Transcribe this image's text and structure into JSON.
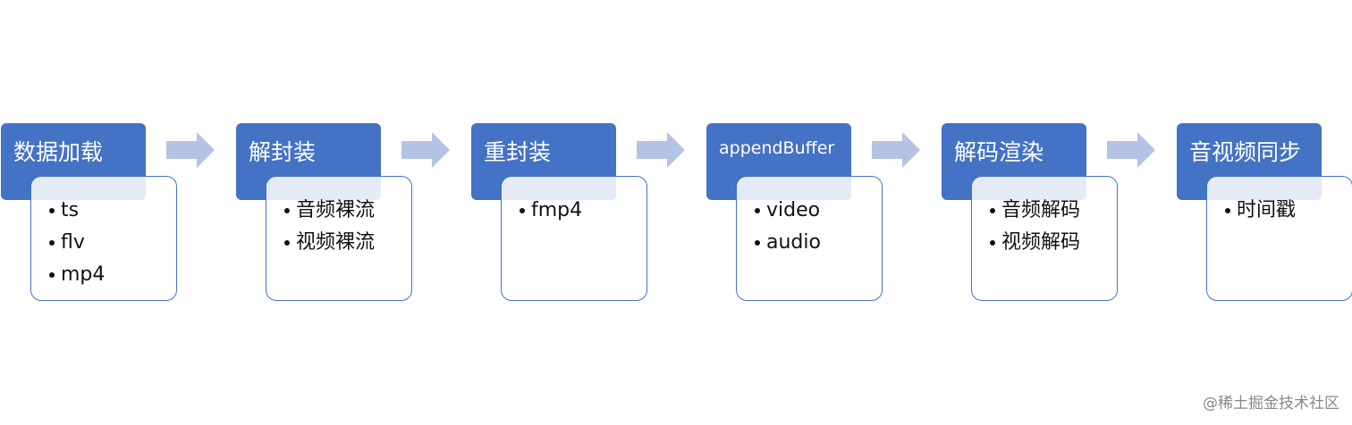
{
  "colors": {
    "header_fill": "#4472c4",
    "header_text": "#ffffff",
    "body_border": "#4472c4",
    "arrow_fill": "#b4c3e3",
    "bullet_text": "#111111",
    "watermark_text": "#888888"
  },
  "steps": [
    {
      "title": "数据加载",
      "items": [
        "ts",
        "flv",
        "mp4"
      ]
    },
    {
      "title": "解封装",
      "items": [
        "音频裸流",
        "视频裸流"
      ]
    },
    {
      "title": "重封装",
      "items": [
        "fmp4"
      ]
    },
    {
      "title": "appendBuffer",
      "items": [
        "video",
        "audio"
      ]
    },
    {
      "title": "解码渲染",
      "items": [
        "音频解码",
        "视频解码"
      ]
    },
    {
      "title": "音视频同步",
      "items": [
        "时间戳"
      ]
    }
  ],
  "watermark": "@稀土掘金技术社区"
}
